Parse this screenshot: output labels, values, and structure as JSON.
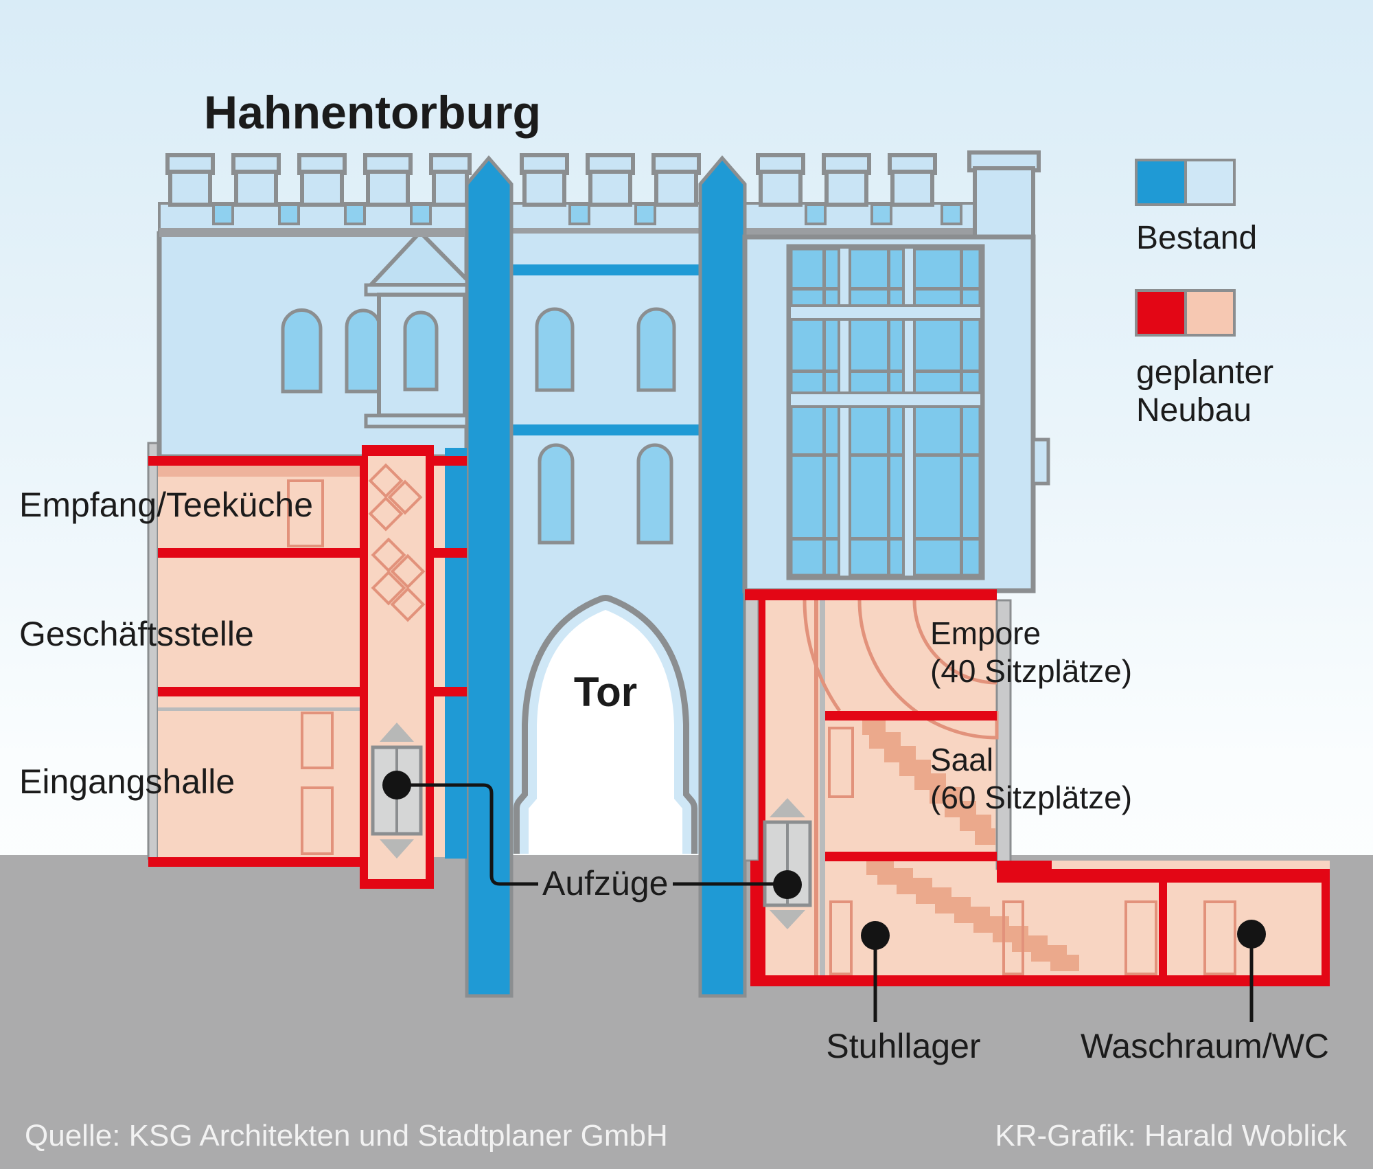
{
  "title": "Hahnentorburg",
  "legend": {
    "bestand": {
      "label": "Bestand",
      "color_dark": "#1f9ad5",
      "color_light": "#cfe7f6"
    },
    "neubau": {
      "label_line1": "geplanter",
      "label_line2": "Neubau",
      "color_dark": "#e30615",
      "color_light": "#f6c8b2"
    }
  },
  "rooms": {
    "empfang": "Empfang/Teeküche",
    "geschaeftsstelle": "Geschäftsstelle",
    "eingangshalle": "Eingangshalle",
    "tor": "Tor",
    "aufzuege": "Aufzüge",
    "empore": "Empore",
    "empore_seats": "(40 Sitzplätze)",
    "saal": "Saal",
    "saal_seats": "(60 Sitzplätze)",
    "stuhllager": "Stuhllager",
    "waschraum": "Waschraum/WC"
  },
  "footer": {
    "source": "Quelle: KSG Architekten und Stadtplaner GmbH",
    "credit": "KR-Grafik: Harald Woblick"
  },
  "colors": {
    "existing_dark": "#1f9ad5",
    "existing_light": "#c9e4f5",
    "existing_window": "#8fd0ef",
    "new_red": "#e30615",
    "new_salmon": "#f8d5c2",
    "ground_gray": "#ababac",
    "outline_gray": "#8b8e90"
  }
}
